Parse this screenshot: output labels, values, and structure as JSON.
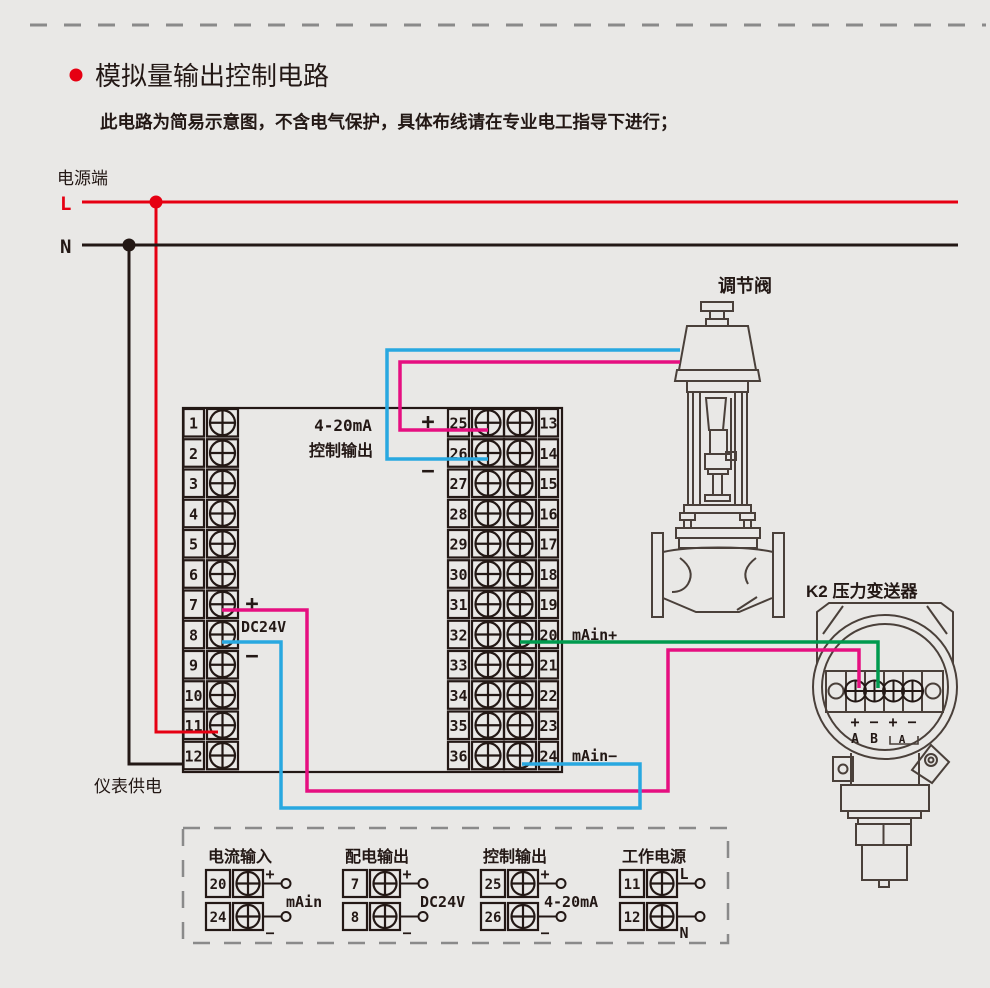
{
  "page": {
    "title": "模拟量输出控制电路",
    "subtitle": "此电路为简易示意图，不含电气保护，具体布线请在专业电工指导下进行；"
  },
  "power": {
    "label": "电源端",
    "live": "L",
    "neutral": "N"
  },
  "instrument": {
    "left_terminals": [
      "1",
      "2",
      "3",
      "4",
      "5",
      "6",
      "7",
      "8",
      "9",
      "10",
      "11",
      "12"
    ],
    "mid_left_terminals": [
      "25",
      "26",
      "27",
      "28",
      "29",
      "30",
      "31",
      "32",
      "33",
      "34",
      "35",
      "36"
    ],
    "mid_right_terminals": [
      "13",
      "14",
      "15",
      "16",
      "17",
      "18",
      "19",
      "20",
      "21",
      "22",
      "23",
      "24"
    ],
    "labels": {
      "output_current": "4-20mA",
      "output_name": "控制输出",
      "out_plus": "+",
      "out_minus": "−",
      "dc_plus": "+",
      "dc_label": "DC24V",
      "dc_minus": "−",
      "main_plus": "mAin+",
      "main_minus": "mAin−",
      "supply": "仪表供电"
    }
  },
  "valve": {
    "label": "调节阀"
  },
  "transmitter": {
    "label": "K2 压力变送器",
    "signs": [
      "+",
      "−",
      "+",
      "−"
    ],
    "letters": [
      "A",
      "B",
      "A"
    ]
  },
  "legend": {
    "groups": [
      {
        "title": "电流输入",
        "rows": [
          {
            "num": "20",
            "sign": "+"
          },
          {
            "num": "24",
            "sign": "−"
          }
        ],
        "label": "mAin"
      },
      {
        "title": "配电输出",
        "rows": [
          {
            "num": "7",
            "sign": "+"
          },
          {
            "num": "8",
            "sign": "−"
          }
        ],
        "label": "DC24V"
      },
      {
        "title": "控制输出",
        "rows": [
          {
            "num": "25",
            "sign": "+"
          },
          {
            "num": "26",
            "sign": "−"
          }
        ],
        "label": "4-20mA"
      },
      {
        "title": "工作电源",
        "rows": [
          {
            "num": "11",
            "sign": "L"
          },
          {
            "num": "12",
            "sign": "N"
          }
        ],
        "label": ""
      }
    ]
  },
  "colors": {
    "background": "#e9e8e6",
    "line": "#231815",
    "machine_line": "#4a403a",
    "live_red": "#e60012",
    "pink": "#e60f80",
    "blue": "#29a8e0",
    "green": "#009a4e",
    "dash_gray": "#8a8a8a"
  }
}
